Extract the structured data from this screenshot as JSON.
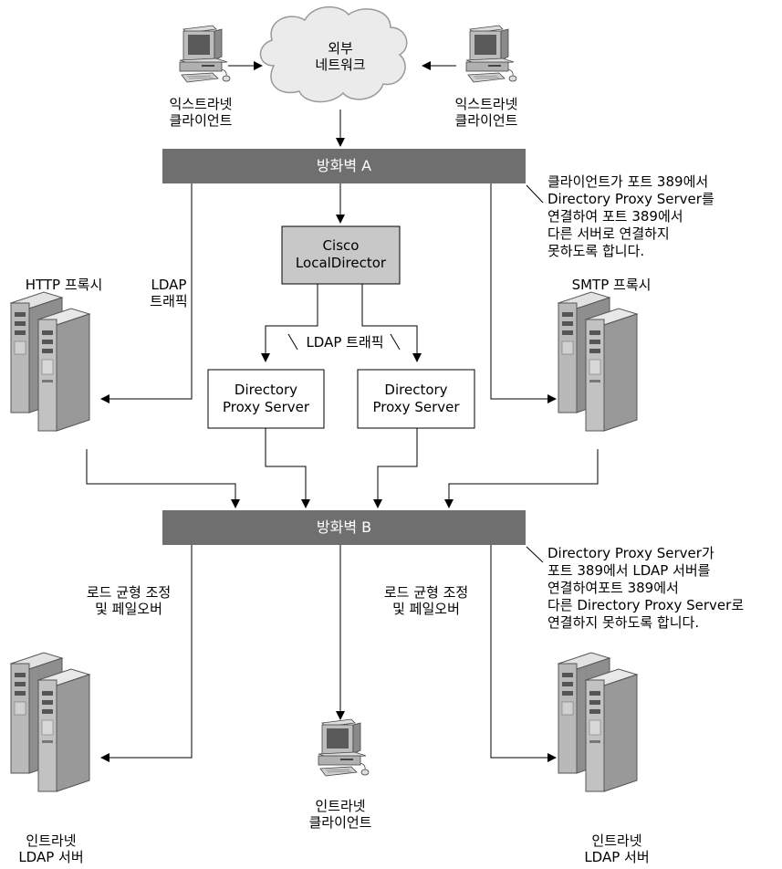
{
  "cloud": {
    "line1": "외부",
    "line2": "네트워크"
  },
  "extranet_left": {
    "line1": "익스트라넷",
    "line2": "클라이언트"
  },
  "extranet_right": {
    "line1": "익스트라넷",
    "line2": "클라이언트"
  },
  "firewall_a": "방화벽 A",
  "firewall_b": "방화벽 B",
  "note_top": [
    "클라이언트가 포트 389에서",
    "Directory Proxy Server를",
    "연결하여 포트 389에서",
    "다른 서버로 연결하지",
    "못하도록 합니다."
  ],
  "note_bottom": [
    "Directory Proxy Server가",
    "포트 389에서 LDAP 서버를",
    "연결하여포트 389에서",
    "다른 Directory Proxy Server로",
    "연결하지 못하도록 합니다."
  ],
  "http_proxy": "HTTP 프록시",
  "smtp_proxy": "SMTP 프록시",
  "ldap_traffic_side": {
    "line1": "LDAP",
    "line2": "트래픽"
  },
  "ldap_traffic_center": "LDAP 트래픽",
  "local_director": {
    "line1": "Cisco",
    "line2": "LocalDirector"
  },
  "dps_left": {
    "line1": "Directory",
    "line2": "Proxy Server"
  },
  "dps_right": {
    "line1": "Directory",
    "line2": "Proxy Server"
  },
  "lb_left": {
    "line1": "로드 균형 조정",
    "line2": "및 페일오버"
  },
  "lb_right": {
    "line1": "로드 균형 조정",
    "line2": "및 페일오버"
  },
  "intranet_client": {
    "line1": "인트라넷",
    "line2": "클라이언트"
  },
  "ldap_left": {
    "line1": "인트라넷",
    "line2": "LDAP 서버"
  },
  "ldap_right": {
    "line1": "인트라넷",
    "line2": "LDAP 서버"
  },
  "colors": {
    "firewall": "#6f6f6f",
    "box": "#c8c8c8",
    "server": "#9a9a9a",
    "line": "#000000"
  }
}
